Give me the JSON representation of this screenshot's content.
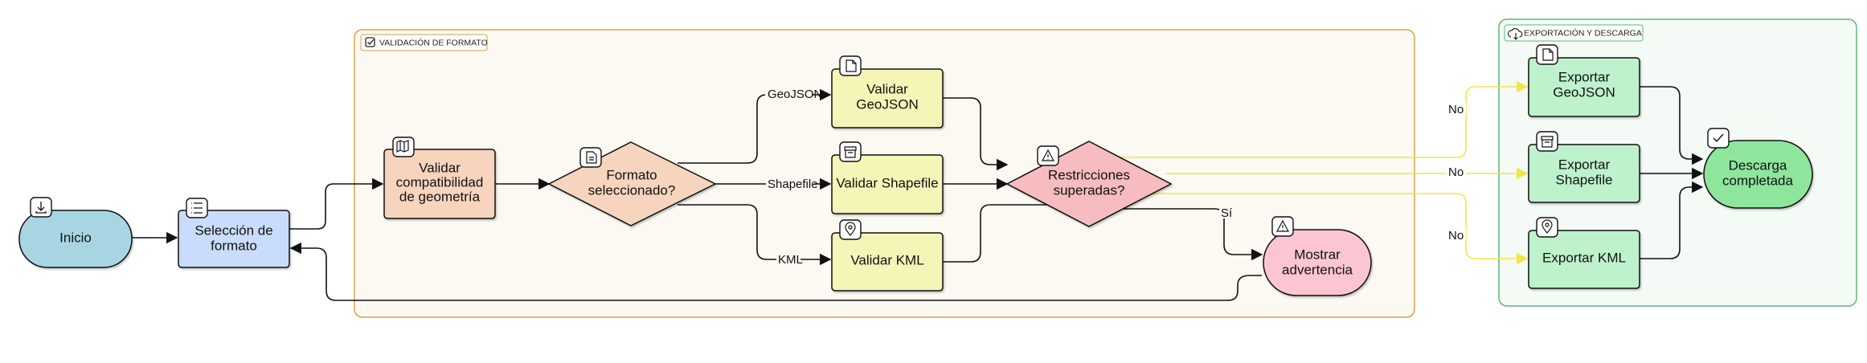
{
  "groups": {
    "validation": {
      "label": "VALIDACIÓN DE FORMATO",
      "border": "#d9a24a",
      "fill": "#fbf9f2"
    },
    "export": {
      "label": "EXPORTACIÓN Y DESCARGA",
      "border": "#5cb876",
      "fill": "#f4faf5"
    }
  },
  "nodes": {
    "start": {
      "label": "Inicio",
      "color": "#a8d5e2",
      "icon": "download-icon"
    },
    "select": {
      "line1": "Selección de",
      "line2": "formato",
      "color": "#c9dcfb",
      "icon": "list-icon"
    },
    "validate_geom": {
      "line1": "Validar",
      "line2": "compatibilidad",
      "line3": "de geometría",
      "color": "#f7d4bd",
      "icon": "map-icon"
    },
    "format_decision": {
      "line1": "Formato",
      "line2": "seleccionado?",
      "color": "#f7d4bd",
      "icon": "file-text-icon"
    },
    "validate_geojson": {
      "line1": "Validar",
      "line2": "GeoJSON",
      "color": "#f5f5b8",
      "icon": "file-icon"
    },
    "validate_shp": {
      "label": "Validar Shapefile",
      "color": "#f5f5b8",
      "icon": "archive-icon"
    },
    "validate_kml": {
      "label": "Validar KML",
      "color": "#f5f5b8",
      "icon": "map-pin-icon"
    },
    "restrictions": {
      "line1": "Restricciones",
      "line2": "superadas?",
      "color": "#f6bcc0",
      "icon": "warning-icon"
    },
    "warning": {
      "line1": "Mostrar",
      "line2": "advertencia",
      "color": "#fbc5d1",
      "icon": "warning-icon"
    },
    "export_geojson": {
      "line1": "Exportar",
      "line2": "GeoJSON",
      "color": "#bdf2cc",
      "icon": "file-icon"
    },
    "export_shp": {
      "line1": "Exportar",
      "line2": "Shapefile",
      "color": "#bdf2cc",
      "icon": "archive-icon"
    },
    "export_kml": {
      "label": "Exportar KML",
      "color": "#bdf2cc",
      "icon": "map-pin-icon"
    },
    "done": {
      "line1": "Descarga",
      "line2": "completada",
      "color": "#8ee59c",
      "icon": "check-icon"
    }
  },
  "edges": {
    "geojson": "GeoJSON",
    "shapefile": "Shapefile",
    "kml": "KML",
    "no1": "No",
    "no2": "No",
    "no3": "No",
    "si": "Sí"
  }
}
